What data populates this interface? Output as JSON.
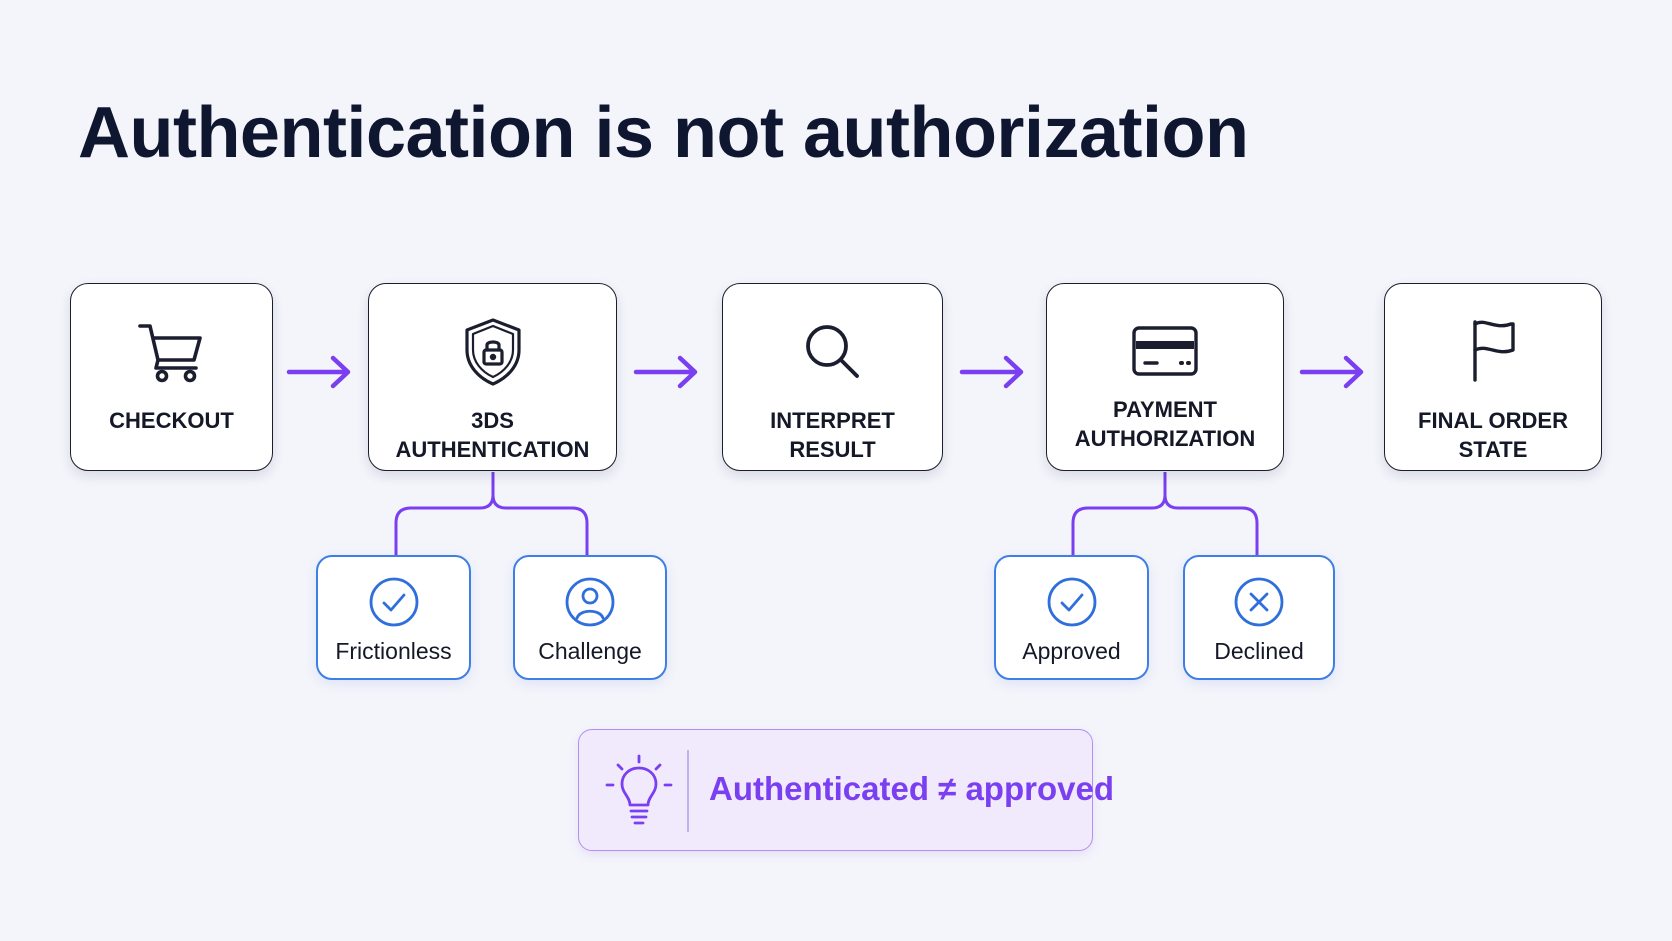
{
  "title": "Authentication is not authorization",
  "colors": {
    "accent_purple": "#7a3ff0",
    "sub_border_blue": "#3d7fe6",
    "node_border": "#1b1e2e",
    "background": "#f4f5fb",
    "callout_bg": "#f1eafc"
  },
  "steps": [
    {
      "label": "CHECKOUT",
      "icon": "shopping-cart-icon"
    },
    {
      "label": "3DS AUTHENTICATION",
      "icon": "shield-lock-icon"
    },
    {
      "label": "INTERPRET RESULT",
      "icon": "magnifier-icon"
    },
    {
      "label_line1": "PAYMENT",
      "label_line2": "AUTHORIZATION",
      "icon": "credit-card-icon"
    },
    {
      "label": "FINAL ORDER STATE",
      "icon": "flag-icon"
    }
  ],
  "branches": {
    "authentication": [
      {
        "label": "Frictionless",
        "icon": "check-circle-icon"
      },
      {
        "label": "Challenge",
        "icon": "user-circle-icon"
      }
    ],
    "authorization": [
      {
        "label": "Approved",
        "icon": "check-circle-icon"
      },
      {
        "label": "Declined",
        "icon": "x-circle-icon"
      }
    ]
  },
  "callout": {
    "text": "Authenticated ≠ approved",
    "icon": "lightbulb-icon"
  }
}
